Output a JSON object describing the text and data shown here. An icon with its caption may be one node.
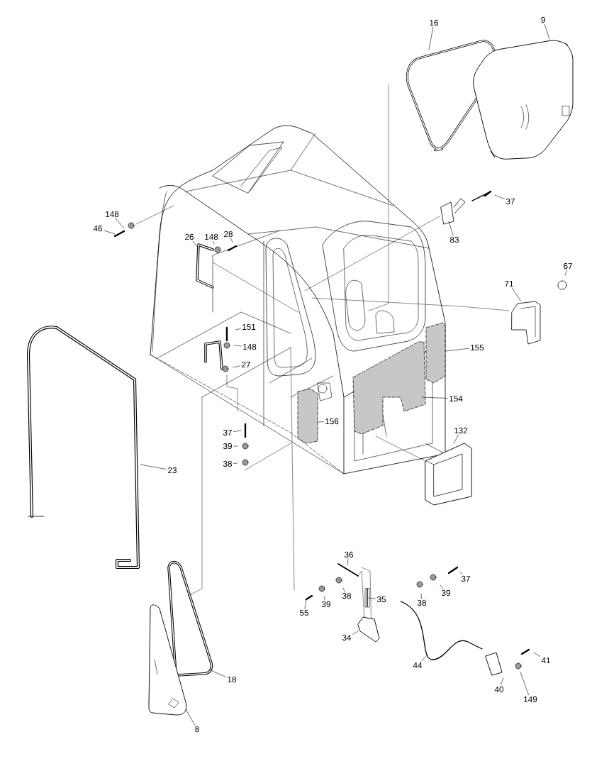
{
  "diagram": {
    "nodes": [
      {
        "text": [
          "16"
        ]
      },
      {
        "text": [
          "9"
        ]
      },
      {
        "text": [
          "37"
        ]
      },
      {
        "text": [
          "83"
        ]
      },
      {
        "text": [
          "148"
        ]
      },
      {
        "text": [
          "46"
        ]
      },
      {
        "text": [
          "26"
        ]
      },
      {
        "text": [
          "148"
        ]
      },
      {
        "text": [
          "28"
        ]
      },
      {
        "text": [
          "67"
        ]
      },
      {
        "text": [
          "71"
        ]
      },
      {
        "text": [
          "151"
        ]
      },
      {
        "text": [
          "148"
        ]
      },
      {
        "text": [
          "27"
        ]
      },
      {
        "text": [
          "155"
        ]
      },
      {
        "text": [
          "154"
        ]
      },
      {
        "text": [
          "156"
        ]
      },
      {
        "text": [
          "132"
        ]
      },
      {
        "text": [
          "37"
        ]
      },
      {
        "text": [
          "39"
        ]
      },
      {
        "text": [
          "38"
        ]
      },
      {
        "text": [
          "23"
        ]
      },
      {
        "text": [
          "36"
        ]
      },
      {
        "text": [
          "37"
        ]
      },
      {
        "text": [
          "55"
        ]
      },
      {
        "text": [
          "39"
        ]
      },
      {
        "text": [
          "38"
        ]
      },
      {
        "text": [
          "35"
        ]
      },
      {
        "text": [
          "38"
        ]
      },
      {
        "text": [
          "39"
        ]
      },
      {
        "text": [
          "34"
        ]
      },
      {
        "text": [
          "44"
        ]
      },
      {
        "text": [
          "40"
        ]
      },
      {
        "text": [
          "149"
        ]
      },
      {
        "text": [
          "41"
        ]
      },
      {
        "text": [
          "18"
        ]
      },
      {
        "text": [
          "8"
        ]
      }
    ],
    "edges": [
      {
        "from": 0,
        "to": null,
        "arrow": "none"
      },
      {
        "from": 1,
        "to": null,
        "arrow": "none"
      },
      {
        "from": 2,
        "to": null,
        "arrow": "none"
      },
      {
        "from": 3,
        "to": null,
        "arrow": "none"
      },
      {
        "from": 4,
        "to": null,
        "arrow": "none"
      },
      {
        "from": 5,
        "to": null,
        "arrow": "none"
      },
      {
        "from": 6,
        "to": null,
        "arrow": "none"
      },
      {
        "from": 7,
        "to": null,
        "arrow": "none"
      },
      {
        "from": 8,
        "to": null,
        "arrow": "none"
      },
      {
        "from": 9,
        "to": null,
        "arrow": "none"
      },
      {
        "from": 10,
        "to": null,
        "arrow": "none"
      },
      {
        "from": 11,
        "to": null,
        "arrow": "none"
      },
      {
        "from": 12,
        "to": null,
        "arrow": "none"
      },
      {
        "from": 13,
        "to": null,
        "arrow": "none"
      },
      {
        "from": 14,
        "to": null,
        "arrow": "none"
      },
      {
        "from": 15,
        "to": null,
        "arrow": "none"
      },
      {
        "from": 16,
        "to": null,
        "arrow": "none"
      },
      {
        "from": 17,
        "to": null,
        "arrow": "none"
      },
      {
        "from": 18,
        "to": null,
        "arrow": "none"
      },
      {
        "from": 19,
        "to": null,
        "arrow": "none"
      },
      {
        "from": 20,
        "to": null,
        "arrow": "none"
      },
      {
        "from": 21,
        "to": null,
        "arrow": "none"
      },
      {
        "from": 22,
        "to": null,
        "arrow": "none"
      },
      {
        "from": 23,
        "to": null,
        "arrow": "none"
      },
      {
        "from": 24,
        "to": null,
        "arrow": "none"
      },
      {
        "from": 25,
        "to": null,
        "arrow": "none"
      },
      {
        "from": 26,
        "to": null,
        "arrow": "none"
      },
      {
        "from": 27,
        "to": null,
        "arrow": "none"
      },
      {
        "from": 28,
        "to": null,
        "arrow": "none"
      },
      {
        "from": 29,
        "to": null,
        "arrow": "none"
      },
      {
        "from": 30,
        "to": null,
        "arrow": "none"
      },
      {
        "from": 31,
        "to": null,
        "arrow": "none"
      },
      {
        "from": 32,
        "to": null,
        "arrow": "none"
      },
      {
        "from": 33,
        "to": null,
        "arrow": "none"
      },
      {
        "from": 34,
        "to": null,
        "arrow": "none"
      },
      {
        "from": 35,
        "to": null,
        "arrow": "none"
      },
      {
        "from": 36,
        "to": null,
        "arrow": "none"
      }
    ]
  }
}
